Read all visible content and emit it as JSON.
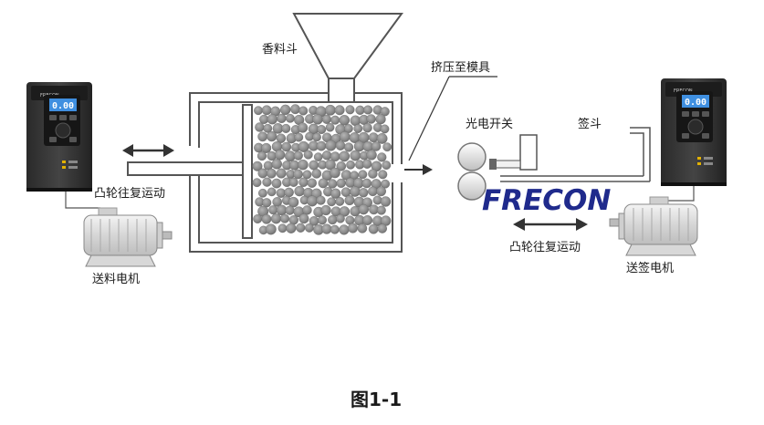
{
  "labels": {
    "hopper": "香料斗",
    "extrude": "挤压至模具",
    "photo_switch": "光电开关",
    "stick_hopper": "签斗",
    "cam_left": "凸轮往复运动",
    "cam_right": "凸轮往复运动",
    "feed_motor": "送料电机",
    "stick_motor": "送签电机"
  },
  "brand": {
    "name": "FRECON",
    "color": "#1f2a8c"
  },
  "drive": {
    "display_value": "0.00",
    "brand_small": "FRECON",
    "screen_color": "#3f8fe0"
  },
  "caption": "图1-1",
  "icons": {
    "double_arrow": "double-headed-arrow",
    "arrow": "right-arrow"
  }
}
